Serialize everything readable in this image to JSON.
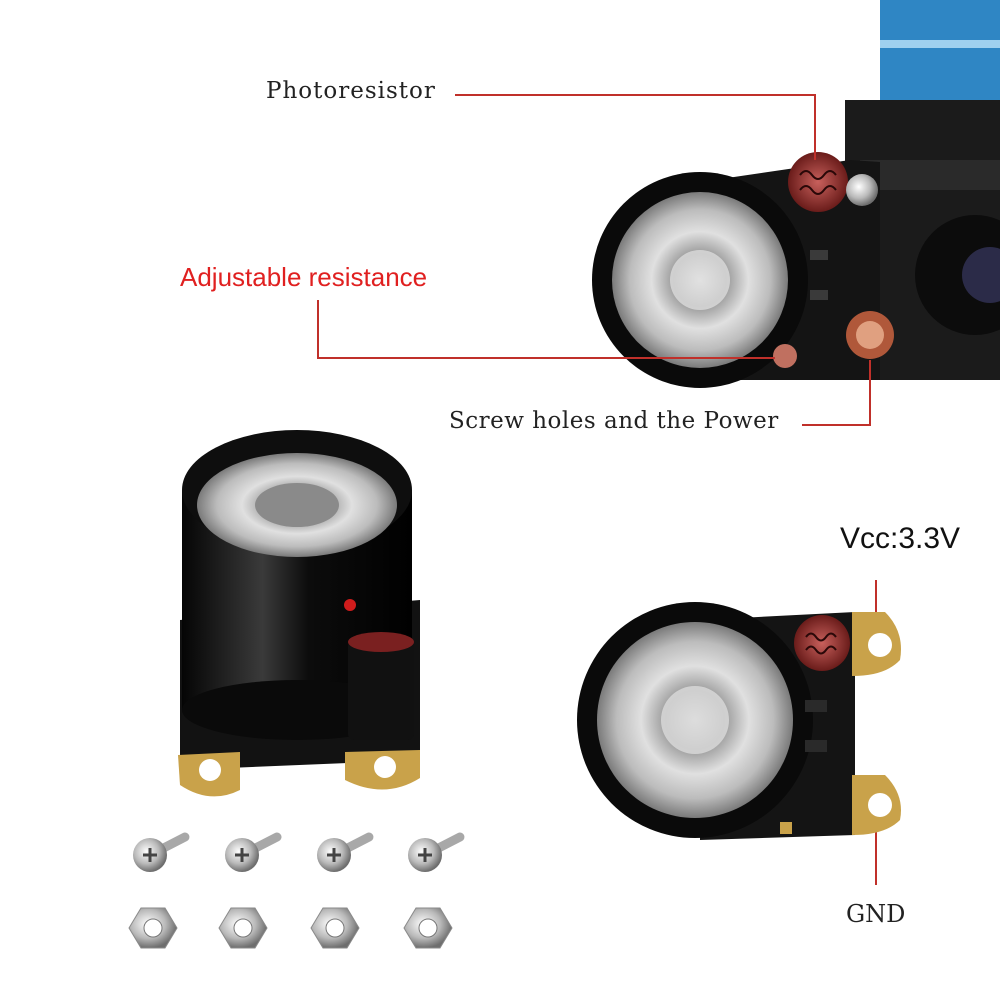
{
  "labels": {
    "photoresistor": "Photoresistor",
    "adjustable_resistance": "Adjustable resistance",
    "screw_holes_power": "Screw holes and the Power",
    "vcc": "Vcc:3.3V",
    "gnd": "GND"
  },
  "colors": {
    "callout_line": "#c0302a",
    "highlight_text": "#e02020",
    "pcb": "#141414",
    "ribbon_cable": "#2f86c4",
    "gold_pad": "#c9a24a"
  },
  "hardware": {
    "screw_count": 4,
    "nut_count": 4
  }
}
